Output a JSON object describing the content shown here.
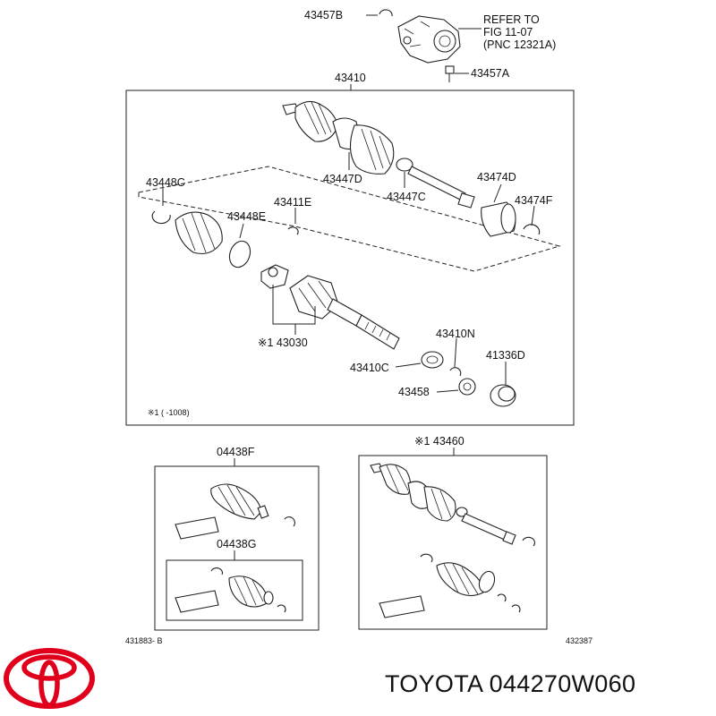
{
  "top_part": {
    "clip_label": "43457B",
    "refer_lines": [
      "REFER TO",
      "FIG 11-07",
      "(PNC 12321A)"
    ],
    "bolt_label": "43457A"
  },
  "main_assembly": {
    "label": "43410",
    "parts": {
      "p43447D": "43447D",
      "p43447C": "43447C",
      "p43474D": "43474D",
      "p43474F": "43474F",
      "p43448C": "43448C",
      "p43448E": "43448E",
      "p43411E": "43411E",
      "p43030": "※1 43030",
      "p43410N": "43410N",
      "p41336D": "41336D",
      "p43410C": "43410C",
      "p43458": "43458"
    },
    "footnote": "※1 (       -1008)"
  },
  "kit_left": {
    "label": "04438F",
    "inner_label": "04438G"
  },
  "kit_right": {
    "label": "※1 43460"
  },
  "codes": {
    "left": "431883- B",
    "right": "432387"
  },
  "brand": {
    "text": "TOYOTA 044270W060",
    "logo": "toyota-logo",
    "logo_color": "#e0001b"
  }
}
